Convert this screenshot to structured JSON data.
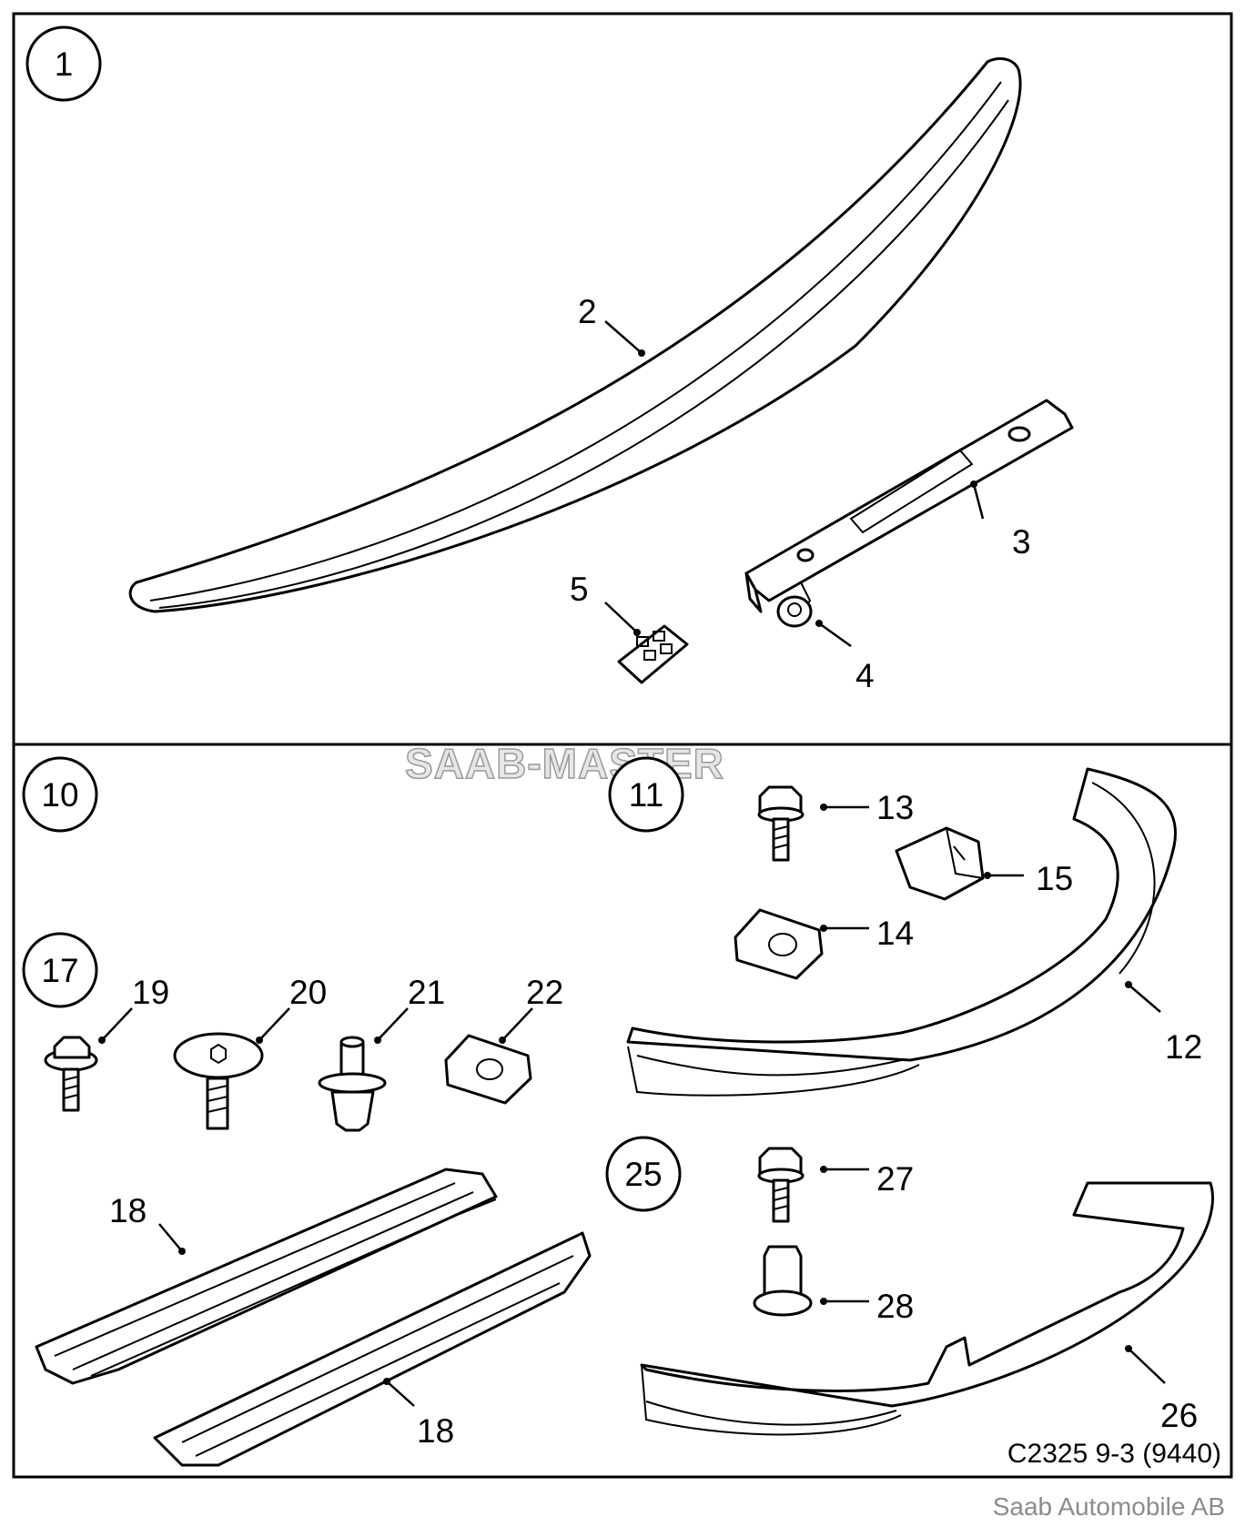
{
  "groups": {
    "g1": "1",
    "g10": "10",
    "g11": "11",
    "g17": "17",
    "g25": "25"
  },
  "parts": {
    "p2": "2",
    "p3": "3",
    "p4": "4",
    "p5": "5",
    "p12": "12",
    "p13": "13",
    "p14": "14",
    "p15": "15",
    "p18a": "18",
    "p18b": "18",
    "p19": "19",
    "p20": "20",
    "p21": "21",
    "p22": "22",
    "p26": "26",
    "p27": "27",
    "p28": "28"
  },
  "watermark": "SAAB-MASTER",
  "diagram_code": "C2325 9-3 (9440)",
  "copyright": "Saab Automobile AB"
}
